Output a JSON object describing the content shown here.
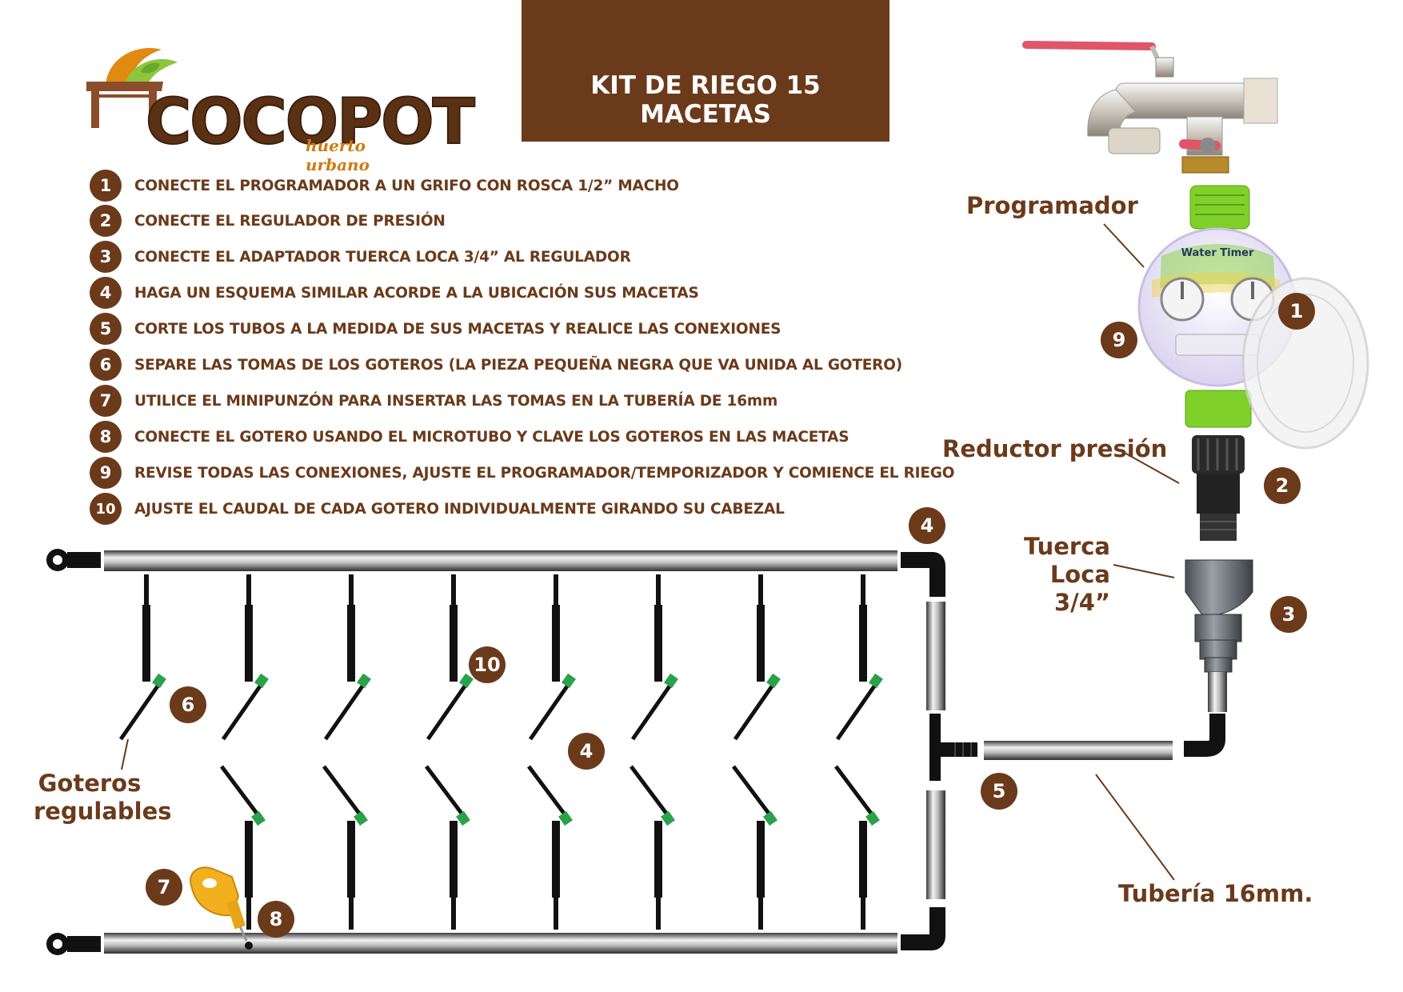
{
  "header": {
    "title": "KIT DE RIEGO 15 MACETAS"
  },
  "logo": {
    "word": "COCOPOT",
    "tagline": "huerto urbano"
  },
  "steps": [
    {
      "num": "1",
      "text": "CONECTE EL PROGRAMADOR A UN GRIFO CON ROSCA 1/2” MACHO"
    },
    {
      "num": "2",
      "text": "CONECTE EL REGULADOR DE PRESIÓN"
    },
    {
      "num": "3",
      "text": "CONECTE EL ADAPTADOR TUERCA LOCA 3/4” AL REGULADOR"
    },
    {
      "num": "4",
      "text": "HAGA UN ESQUEMA SIMILAR ACORDE A LA UBICACIÓN SUS MACETAS"
    },
    {
      "num": "5",
      "text": "CORTE LOS TUBOS A LA MEDIDA DE SUS MACETAS Y REALICE LAS CONEXIONES"
    },
    {
      "num": "6",
      "text": "SEPARE LAS TOMAS DE LOS GOTEROS (LA PIEZA PEQUEÑA NEGRA QUE VA UNIDA AL GOTERO)"
    },
    {
      "num": "7",
      "text": "UTILICE EL MINIPUNZÓN PARA INSERTAR LAS TOMAS EN LA TUBERÍA DE 16mm"
    },
    {
      "num": "8",
      "text": "CONECTE EL GOTERO USANDO EL MICROTUBO Y CLAVE LOS GOTEROS EN LAS MACETAS"
    },
    {
      "num": "9",
      "text": "REVISE TODAS LAS CONEXIONES, AJUSTE EL PROGRAMADOR/TEMPORIZADOR Y COMIENCE EL RIEGO"
    },
    {
      "num": "10",
      "text": "AJUSTE EL CAUDAL DE CADA GOTERO INDIVIDUALMENTE GIRANDO SU CABEZAL"
    }
  ],
  "labels": {
    "programador": "Programador",
    "reductor": "Reductor presión",
    "tuerca_line1": "Tuerca Loca",
    "tuerca_line2": "3/4”",
    "goteros_line1": "Goteros",
    "goteros_line2": "regulables",
    "tuberia": "Tubería 16mm.",
    "timer_face": "Water Timer"
  },
  "badges": {
    "programador": "1",
    "reductor": "2",
    "tuerca": "3",
    "elbow": "4",
    "center": "4",
    "tube": "5",
    "dripper": "6",
    "punch": "7",
    "drill": "8",
    "timer": "9",
    "flow": "10"
  },
  "colors": {
    "brand_brown": "#6b3a1a",
    "timer_green": "#7fd12a",
    "handle_red": "#e0556a"
  }
}
